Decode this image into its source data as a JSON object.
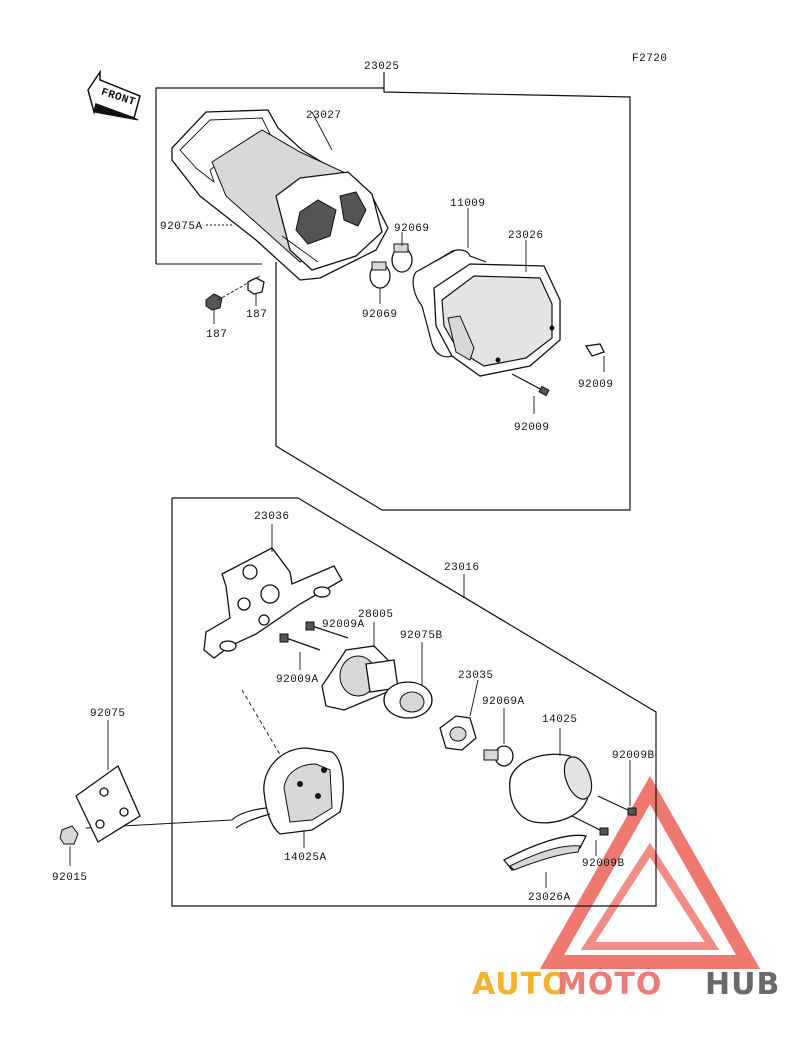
{
  "figure_code": "F2720",
  "front_label": "FRONT",
  "parts": {
    "p23025": "23025",
    "p23027": "23027",
    "p92075A": "92075A",
    "p92069_top": "92069",
    "p92069_bottom": "92069",
    "p11009": "11009",
    "p23026": "23026",
    "p187_left": "187",
    "p187_right": "187",
    "p92009_right": "92009",
    "p92009_bottom": "92009",
    "p23036": "23036",
    "p23016": "23016",
    "p28005": "28005",
    "p92009A_top": "92009A",
    "p92009A_left": "92009A",
    "p92075B": "92075B",
    "p23035": "23035",
    "p92069A": "92069A",
    "p14025": "14025",
    "p92009B_top": "92009B",
    "p92009B_bottom": "92009B",
    "p92075": "92075",
    "p14025A": "14025A",
    "p92015": "92015",
    "p23026A": "23026A"
  },
  "watermark": {
    "part1": "AUTO",
    "part2": "MOTO",
    "part3": "HUB",
    "color_auto": "#f2b233",
    "color_moto": "#ee7b72",
    "color_hub": "#6a6a6a",
    "triangle_color": "#ee6a60"
  }
}
